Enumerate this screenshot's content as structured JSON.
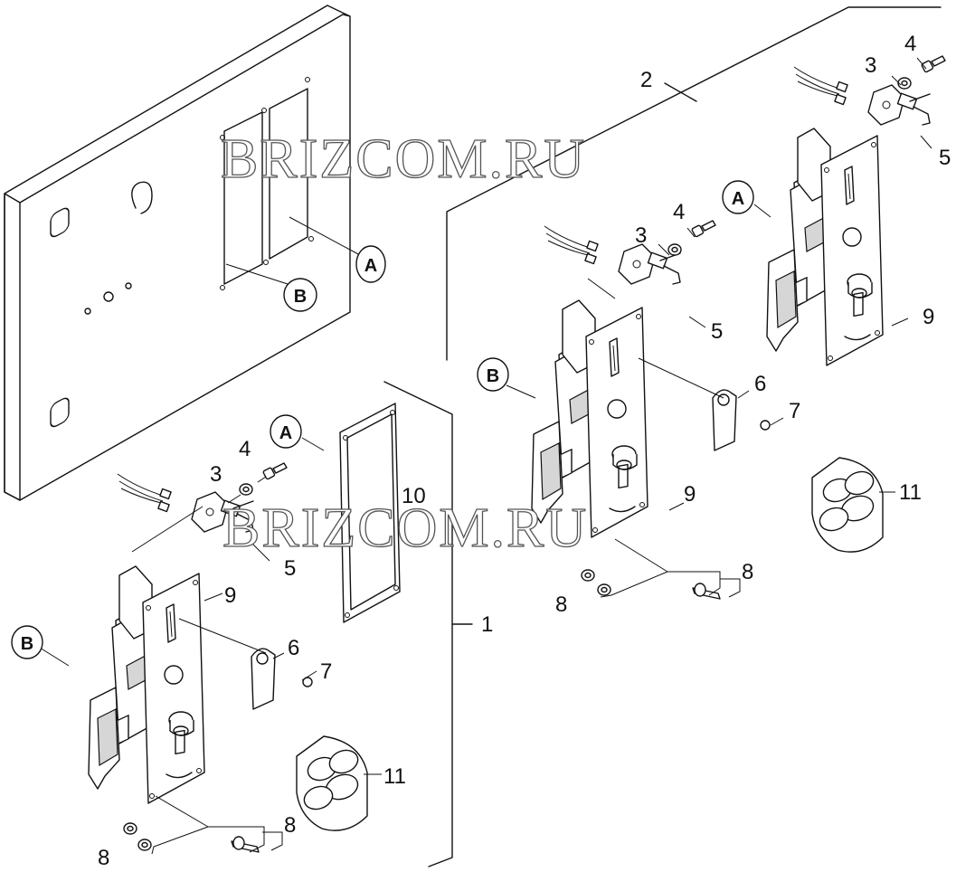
{
  "labels": {
    "n1": "1",
    "n2": "2",
    "n3": "3",
    "n4": "4",
    "n5": "5",
    "n6": "6",
    "n7": "7",
    "n8": "8",
    "n9": "9",
    "n10": "10",
    "n11": "11",
    "callout_a": "A",
    "callout_b": "B"
  },
  "watermark": "BRIZCOM.RU",
  "colors": {
    "ink": "#111111",
    "paper": "#ffffff"
  }
}
